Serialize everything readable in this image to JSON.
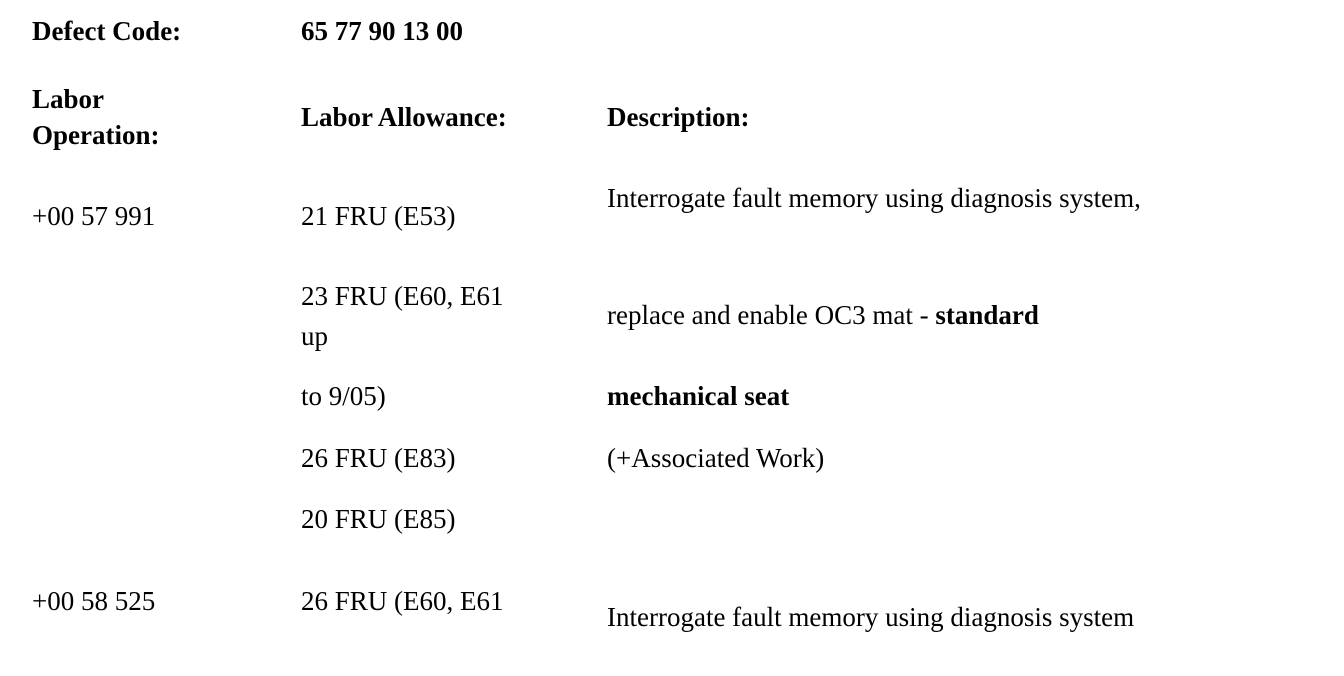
{
  "document": {
    "defect_code_label": "Defect Code:",
    "defect_code_value": "65 77 90 13 00",
    "columns": {
      "labor_operation_header_line1": "Labor",
      "labor_operation_header_line2": "Operation:",
      "labor_allowance_header": "Labor Allowance:",
      "description_header": "Description:"
    },
    "rows": [
      {
        "labor_operation": "+00 57 991",
        "labor_allowance": "21 FRU (E53)",
        "description": "Interrogate fault memory using diagnosis system,"
      },
      {
        "labor_operation": "",
        "labor_allowance_line1": "23 FRU (E60, E61",
        "labor_allowance_line2": "up",
        "description_prefix": "replace and enable OC3 mat - ",
        "description_bold": "standard"
      },
      {
        "labor_operation": "",
        "labor_allowance": "to 9/05)",
        "description_bold": "mechanical seat"
      },
      {
        "labor_operation": "",
        "labor_allowance": "26 FRU (E83)",
        "description": "(+Associated Work)"
      },
      {
        "labor_operation": "",
        "labor_allowance": "20 FRU (E85)",
        "description": ""
      },
      {
        "labor_operation": "+00 58 525",
        "labor_allowance": "26 FRU (E60, E61",
        "description": "Interrogate fault memory using diagnosis system"
      }
    ]
  },
  "colors": {
    "page_background": "#ffffff",
    "text": "#000000"
  }
}
